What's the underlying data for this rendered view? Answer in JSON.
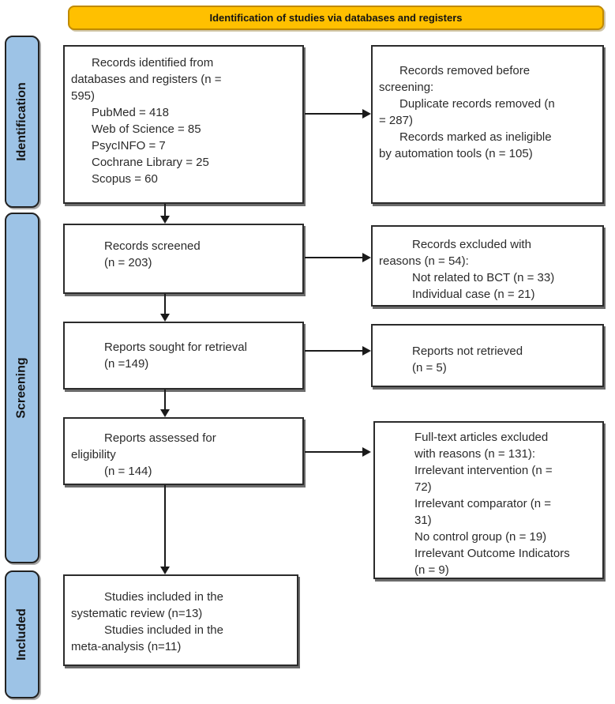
{
  "banner": {
    "title": "Identification of studies via databases and registers"
  },
  "stages": {
    "identification": "Identification",
    "screening": "Screening",
    "included": "Included"
  },
  "boxes": {
    "records_identified": {
      "lines": [
        {
          "t": "Records identified from",
          "i": 1
        },
        {
          "t": "databases and registers (n =",
          "i": 0
        },
        {
          "t": "595)",
          "i": 0
        },
        {
          "t": "PubMed = 418",
          "i": 1
        },
        {
          "t": "Web of Science = 85",
          "i": 1
        },
        {
          "t": "PsycINFO = 7",
          "i": 1
        },
        {
          "t": "Cochrane Library = 25",
          "i": 1
        },
        {
          "t": "Scopus = 60",
          "i": 1
        }
      ]
    },
    "records_removed": {
      "lines": [
        {
          "t": "Records removed before",
          "i": 1
        },
        {
          "t": "screening:",
          "i": 0
        },
        {
          "t": "Duplicate records removed (n",
          "i": 1
        },
        {
          "t": "= 287)",
          "i": 0
        },
        {
          "t": "Records marked as ineligible",
          "i": 1
        },
        {
          "t": "by automation tools (n = 105)",
          "i": 0
        }
      ]
    },
    "records_screened": {
      "lines": [
        {
          "t": "Records screened",
          "i": 2
        },
        {
          "t": "(n = 203)",
          "i": 2
        }
      ]
    },
    "records_excluded": {
      "lines": [
        {
          "t": "Records excluded with",
          "i": 2
        },
        {
          "t": "reasons (n = 54):",
          "i": 0
        },
        {
          "t": "Not related to BCT (n = 33)",
          "i": 2
        },
        {
          "t": "Individual case (n = 21)",
          "i": 2
        }
      ]
    },
    "reports_sought": {
      "lines": [
        {
          "t": "Reports sought for retrieval",
          "i": 2
        },
        {
          "t": "(n =149)",
          "i": 2
        }
      ]
    },
    "reports_not_retrieved": {
      "lines": [
        {
          "t": "Reports not retrieved",
          "i": 2
        },
        {
          "t": "(n = 5)",
          "i": 2
        }
      ]
    },
    "reports_assessed": {
      "lines": [
        {
          "t": "Reports assessed for",
          "i": 2
        },
        {
          "t": "eligibility",
          "i": 0
        },
        {
          "t": "(n = 144)",
          "i": 2
        }
      ]
    },
    "fulltext_excluded": {
      "lines": [
        {
          "t": "Full-text articles excluded",
          "i": 2
        },
        {
          "t": "with reasons (n = 131):",
          "i": 2
        },
        {
          "t": "Irrelevant intervention (n =",
          "i": 2
        },
        {
          "t": "72)",
          "i": 2
        },
        {
          "t": "Irrelevant comparator (n =",
          "i": 2
        },
        {
          "t": "31)",
          "i": 2
        },
        {
          "t": "No control group (n = 19)",
          "i": 2
        },
        {
          "t": "Irrelevant Outcome Indicators",
          "i": 2
        },
        {
          "t": "(n = 9)",
          "i": 2
        }
      ]
    },
    "studies_included": {
      "lines": [
        {
          "t": "Studies included in the",
          "i": 2
        },
        {
          "t": "systematic review (n=13)",
          "i": 0
        },
        {
          "t": "Studies included in the",
          "i": 2
        },
        {
          "t": "meta-analysis (n=11)",
          "i": 0
        }
      ]
    }
  },
  "colors": {
    "banner_fill": "#FFC000",
    "banner_border": "#C08A00",
    "stage_fill": "#9DC3E6",
    "stage_border": "#222222",
    "box_border": "#2B2B2B",
    "arrow": "#1A1A1A",
    "text": "#2B2B2B"
  }
}
